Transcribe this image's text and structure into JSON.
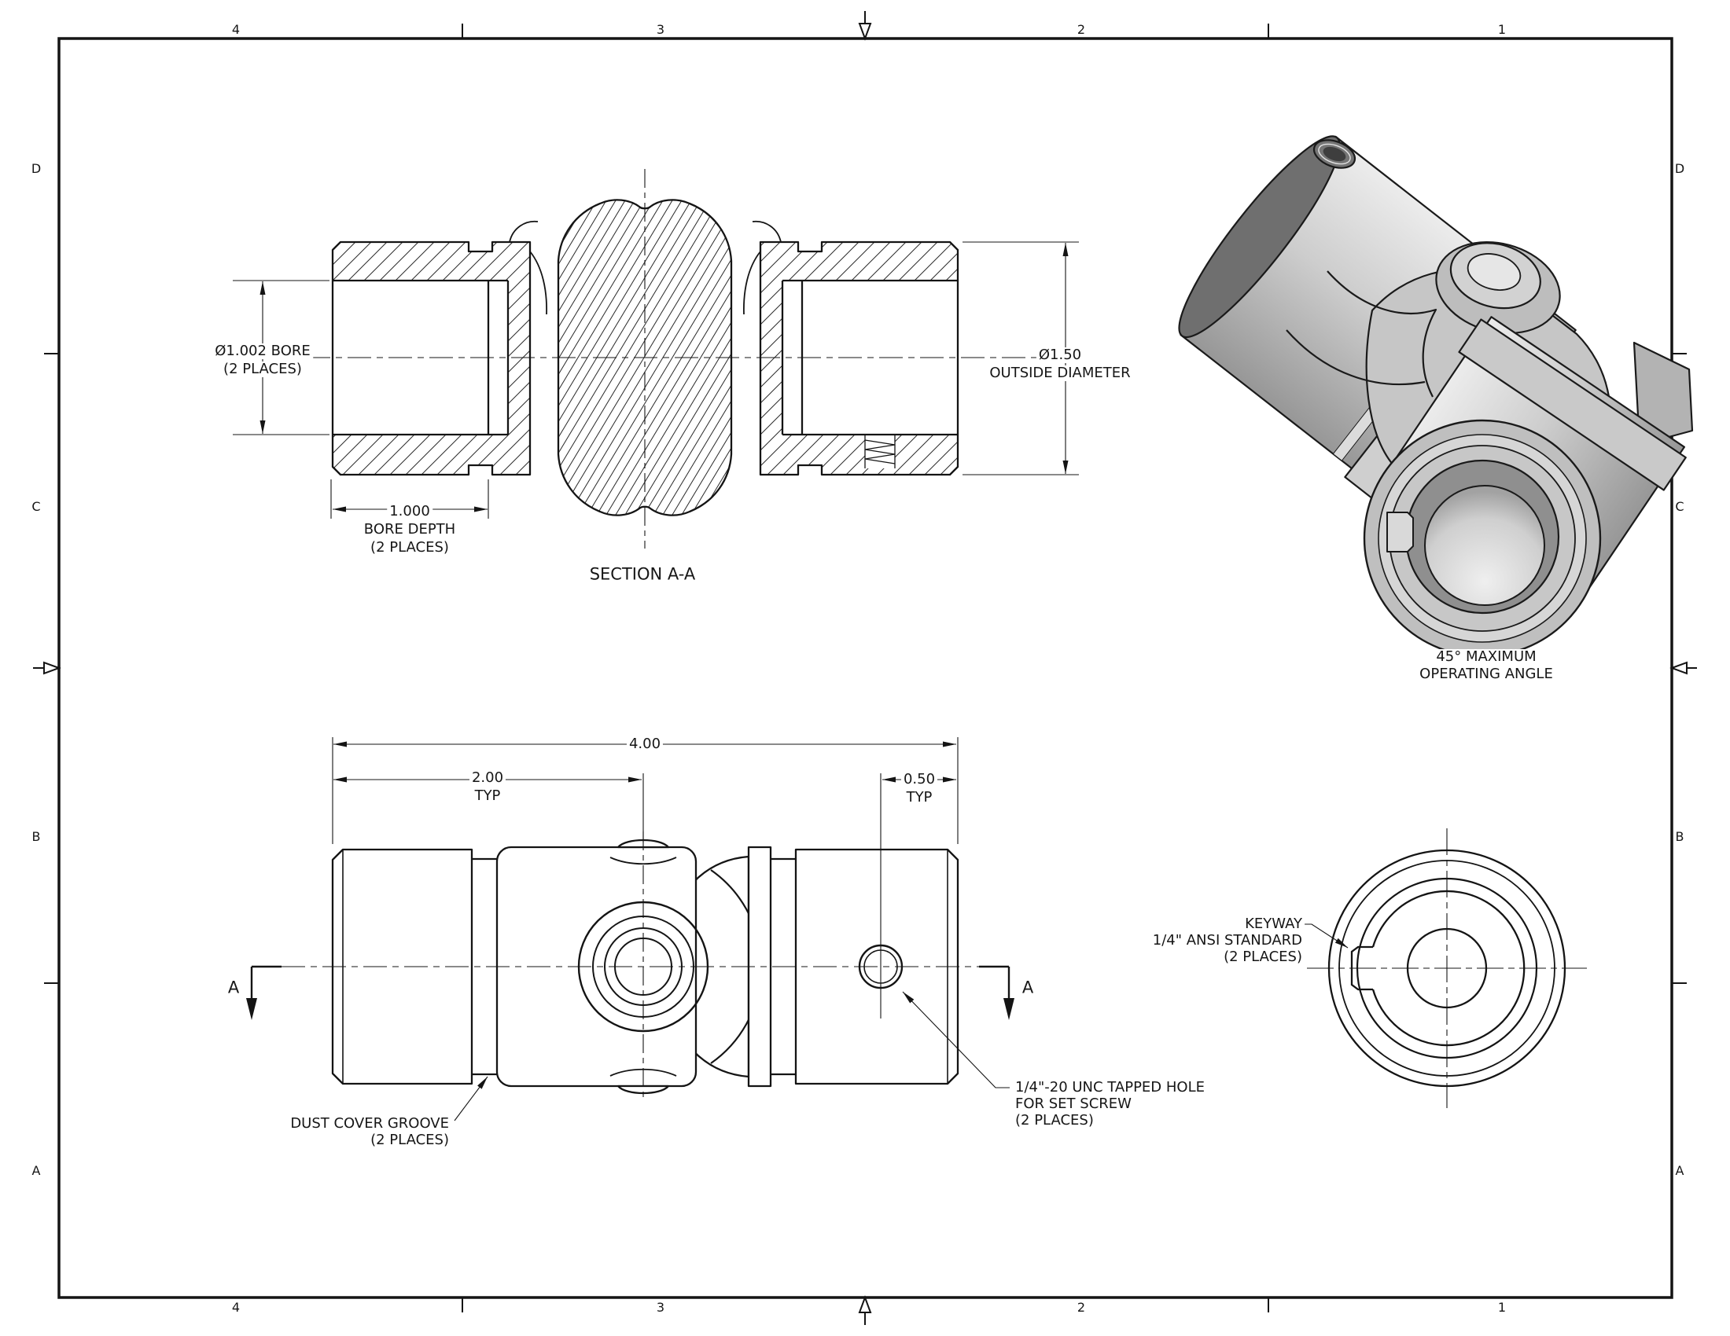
{
  "sheet": {
    "zone_columns_top": [
      "4",
      "3",
      "2",
      "1"
    ],
    "zone_columns_bottom": [
      "4",
      "3",
      "2",
      "1"
    ],
    "zone_rows_left": [
      "D",
      "C",
      "B",
      "A"
    ],
    "zone_rows_right": [
      "D",
      "C",
      "B",
      "A"
    ],
    "line_color": "#141414",
    "paper_color": "#ffffff"
  },
  "section_view": {
    "title": "SECTION A-A",
    "bore_dim": [
      "Ø1.002 BORE",
      "(2 PLACES)"
    ],
    "od_dim": [
      "Ø1.50",
      "OUTSIDE DIAMETER"
    ],
    "depth_dim": [
      "1.000",
      "BORE DEPTH",
      "(2 PLACES)"
    ]
  },
  "iso_view": {
    "note": [
      "45° MAXIMUM",
      "OPERATING ANGLE"
    ]
  },
  "side_view": {
    "overall_dim": "4.00",
    "half_dim": [
      "2.00",
      "TYP"
    ],
    "offset_dim": [
      "0.50",
      "TYP"
    ],
    "section_arrow_label": "A",
    "dust_callout": [
      "DUST COVER GROOVE",
      "(2 PLACES)"
    ],
    "tap_callout": [
      "1/4\"-20 UNC TAPPED HOLE",
      "FOR SET SCREW",
      "(2 PLACES)"
    ]
  },
  "end_view": {
    "keyway_callout": [
      "KEYWAY",
      "1/4\" ANSI STANDARD",
      "(2 PLACES)"
    ]
  }
}
